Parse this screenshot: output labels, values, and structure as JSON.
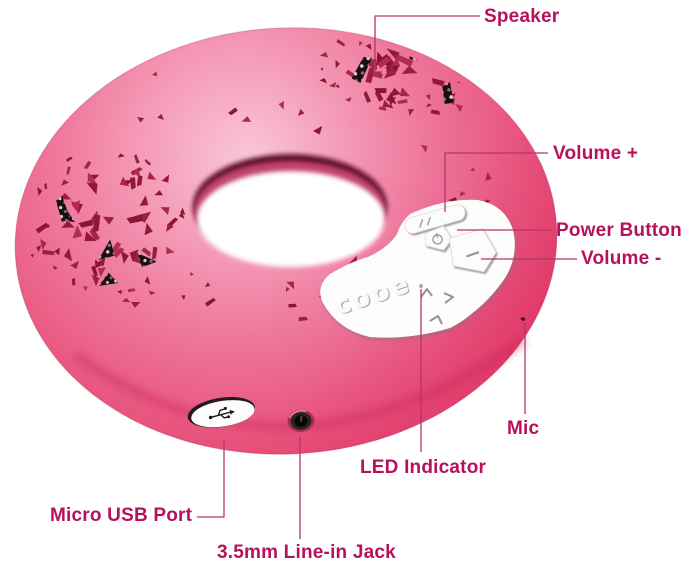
{
  "diagram": {
    "brand": "cooe",
    "labels": {
      "speaker": "Speaker",
      "volume_plus": "Volume +",
      "power_button": "Power Button",
      "volume_minus": "Volume -",
      "mic": "Mic",
      "led_indicator": "LED Indicator",
      "micro_usb": "Micro USB Port",
      "line_in_jack": "3.5mm Line-in Jack"
    },
    "colors": {
      "label_text": "#b8115c",
      "leader_line": "#b5346b",
      "body_pink": "#f07b9f",
      "body_highlight": "#fbd0dd",
      "body_deep": "#e4436d",
      "grill_hole": "#9c1e42",
      "pad_white": "#ffffff"
    }
  }
}
